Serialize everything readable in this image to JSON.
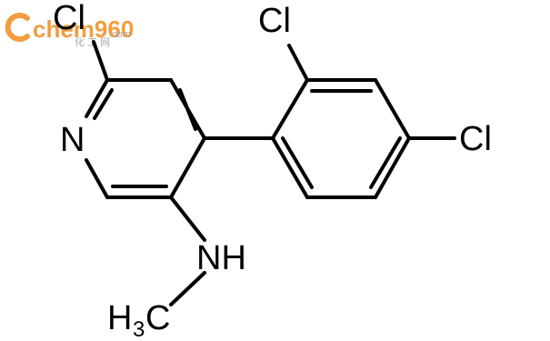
{
  "watermark": {
    "brand": "chem960",
    "domain_suffix": ".com",
    "tagline": "化 工 网",
    "colors": {
      "orange": "#f08c1e",
      "grey": "#9a9a9a"
    }
  },
  "molecule": {
    "atoms": {
      "cl_pyridine": "Cl",
      "n_ring": "N",
      "cl_ortho": "Cl",
      "cl_para": "Cl",
      "nh_amine": "NH",
      "methyl_h": "H",
      "methyl_sub": "3",
      "methyl_c": "C"
    },
    "colors": {
      "bond": "#000000",
      "chlorine": "#00a000",
      "nitrogen": "#0000ff",
      "carbon": "#000000"
    }
  }
}
